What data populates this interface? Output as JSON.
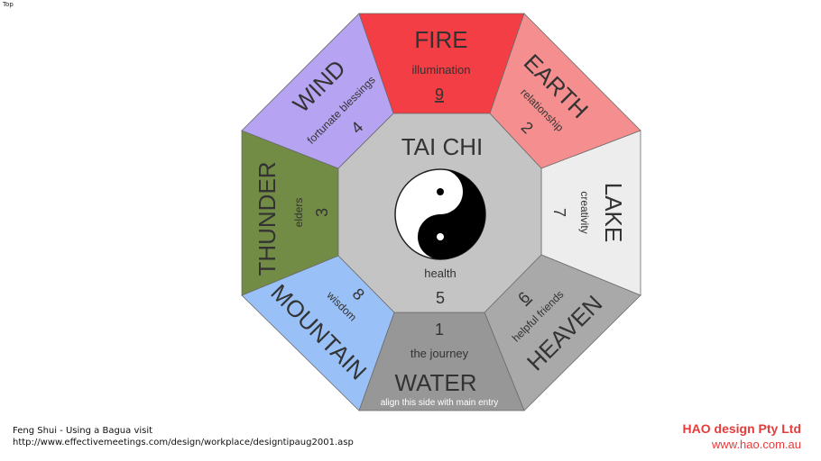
{
  "view_label": "Top",
  "colors": {
    "fire": "#f23e44",
    "earth": "#f58f8f",
    "lake": "#ededed",
    "heaven": "#a9a9a9",
    "water": "#979797",
    "mountain": "#99c1f7",
    "thunder": "#728b45",
    "wind": "#b6a4f3",
    "center": "#c4c4c4",
    "edge": "#6b6b6b",
    "text": "#333333",
    "brand": "#e63b3b"
  },
  "sectors": {
    "fire": {
      "title": "FIRE",
      "aspect": "illumination",
      "number": "9"
    },
    "earth": {
      "title": "EARTH",
      "aspect": "relationship",
      "number": "2"
    },
    "lake": {
      "title": "LAKE",
      "aspect": "creativity",
      "number": "7"
    },
    "heaven": {
      "title": "HEAVEN",
      "aspect": "helpful friends",
      "number": "6"
    },
    "water": {
      "title": "WATER",
      "aspect": "the journey",
      "number": "1",
      "note": "align this side with main entry"
    },
    "mountain": {
      "title": "MOUNTAIN",
      "aspect": "wisdom",
      "number": "8"
    },
    "thunder": {
      "title": "THUNDER",
      "aspect": "elders",
      "number": "3"
    },
    "wind": {
      "title": "WIND",
      "aspect": "fortunate blessings",
      "number": "4"
    }
  },
  "center": {
    "title": "TAI CHI",
    "aspect": "health",
    "number": "5"
  },
  "caption": {
    "line1": "Feng Shui - Using a Bagua visit",
    "line2": "http://www.effectivemeetings.com/design/workplace/designtipaug2001.asp"
  },
  "company": {
    "name": "HAO design Pty Ltd",
    "url": "www.hao.com.au"
  }
}
